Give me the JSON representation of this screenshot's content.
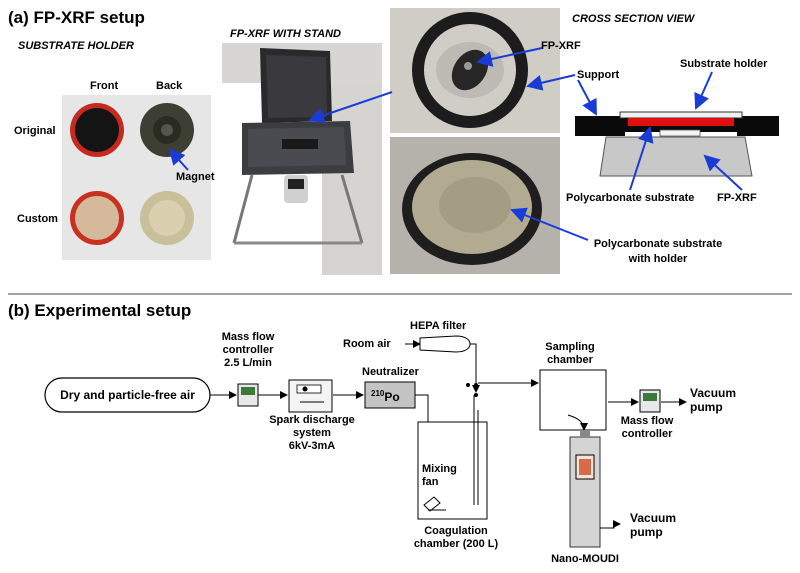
{
  "panel_a": {
    "title": "(a) FP-XRF setup",
    "substrate_holder": {
      "title": "SUBSTRATE HOLDER",
      "col_front": "Front",
      "col_back": "Back",
      "row_original": "Original",
      "row_custom": "Custom",
      "magnet": "Magnet"
    },
    "stand": {
      "title": "FP-XRF WITH STAND"
    },
    "photo_labels": {
      "fpxrf": "FP-XRF",
      "support": "Support",
      "polycarbonate_with_holder_1": "Polycarbonate substrate",
      "polycarbonate_with_holder_2": "with holder"
    },
    "cross_section": {
      "title": "CROSS SECTION VIEW",
      "substrate_holder": "Substrate holder",
      "polycarbonate": "Polycarbonate substrate",
      "fpxrf": "FP-XRF"
    }
  },
  "panel_b": {
    "title": "(b) Experimental setup",
    "source": "Dry and particle-free air",
    "mfc1": [
      "Mass flow",
      "controller",
      "2.5 L/min"
    ],
    "spark": [
      "Spark discharge",
      "system",
      "6kV-3mA"
    ],
    "neutralizer": "Neutralizer",
    "po_sup": "210",
    "po": "Po",
    "room_air": "Room air",
    "hepa": "HEPA filter",
    "mixing_fan": [
      "Mixing",
      "fan"
    ],
    "coagulation": [
      "Coagulation",
      "chamber (200 L)"
    ],
    "sampling": [
      "Sampling",
      "chamber"
    ],
    "mfc2": [
      "Mass flow",
      "controller"
    ],
    "vacuum1": [
      "Vacuum",
      "pump"
    ],
    "vacuum2": [
      "Vacuum",
      "pump"
    ],
    "nano_moudi": "Nano-MOUDI"
  },
  "colors": {
    "accent_arrow": "#1a3cd6",
    "red_substrate": "#e01010",
    "holder_black": "#0a0a0a"
  }
}
